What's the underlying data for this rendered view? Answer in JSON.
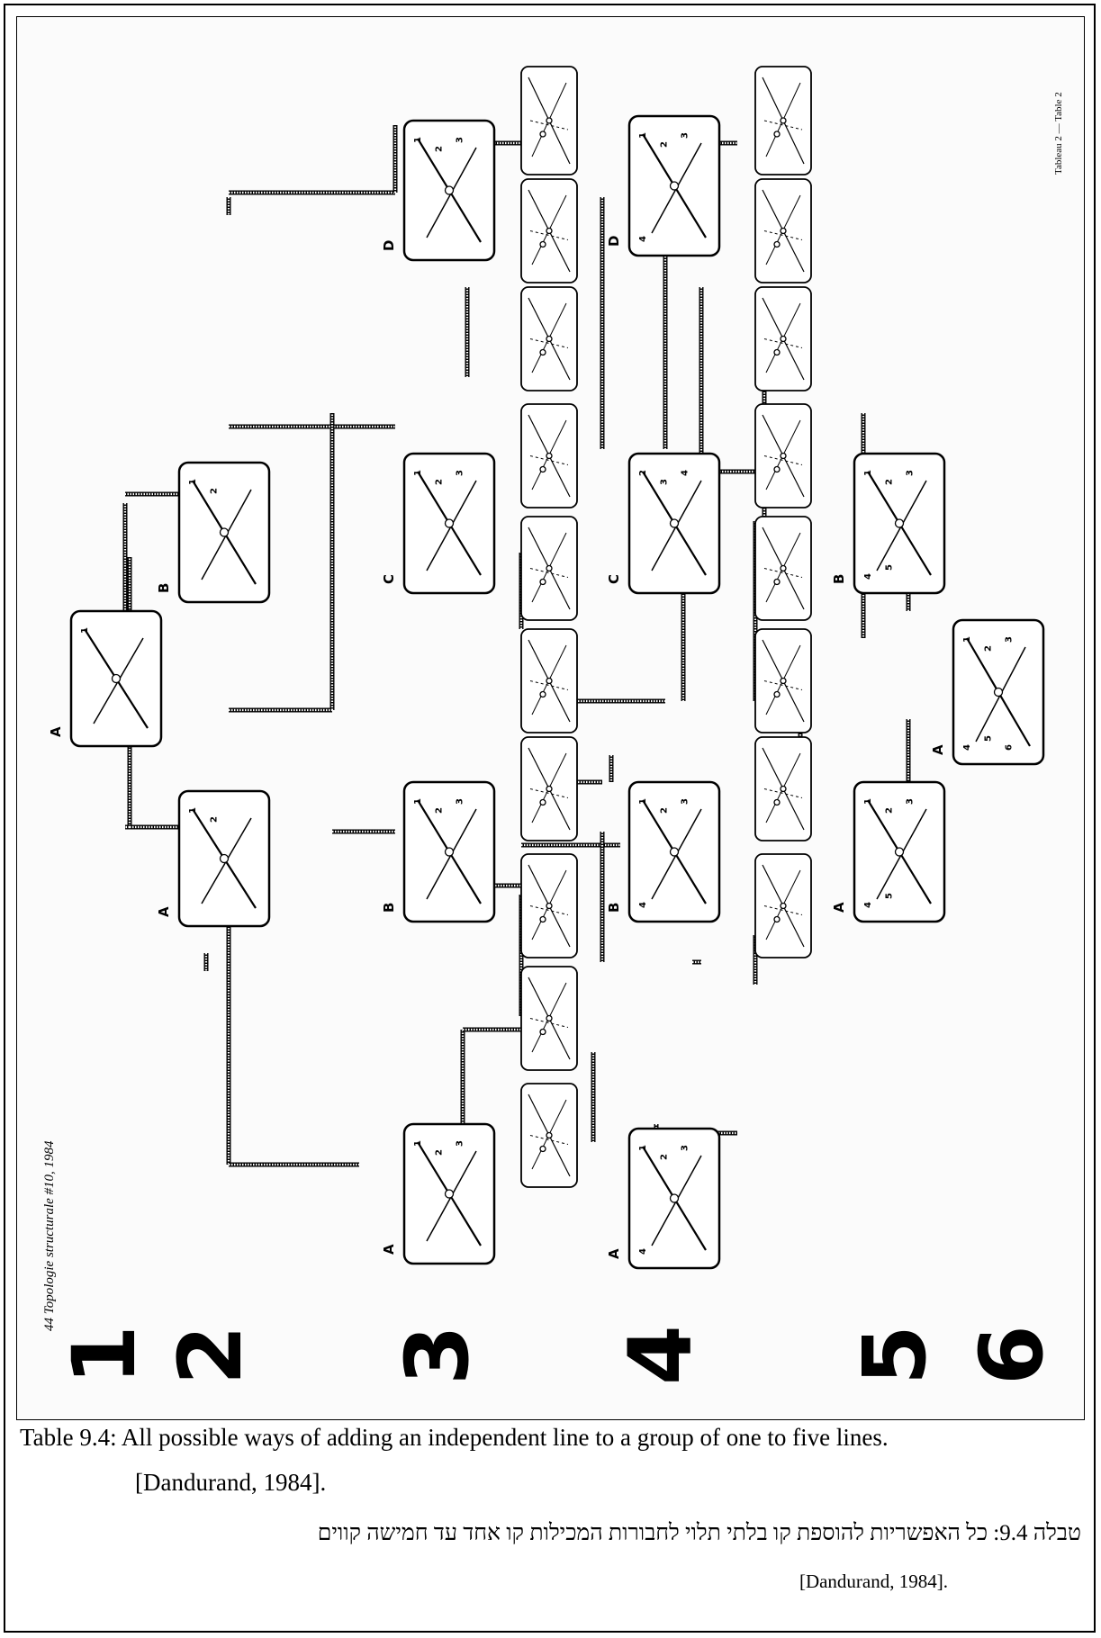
{
  "page_header": {
    "running_head": "44  Topologie structurale #10, 1984",
    "side_note": "Tableau 2 — Table 2"
  },
  "row_numerals": [
    "1",
    "2",
    "3",
    "4",
    "5",
    "6"
  ],
  "boxes": {
    "r1_A": {
      "letter": "A",
      "labels": [
        "1"
      ]
    },
    "r2_A": {
      "letter": "A",
      "labels": [
        "1",
        "2"
      ]
    },
    "r2_B": {
      "letter": "B",
      "labels": [
        "1",
        "2"
      ]
    },
    "r3_A": {
      "letter": "A",
      "labels": [
        "1",
        "2",
        "3"
      ]
    },
    "r3_B": {
      "letter": "B",
      "labels": [
        "1",
        "2",
        "3"
      ]
    },
    "r3_C": {
      "letter": "C",
      "labels": [
        "1",
        "2",
        "3"
      ]
    },
    "r3_D": {
      "letter": "D",
      "labels": [
        "1",
        "2",
        "3"
      ]
    },
    "r4_A": {
      "letter": "A",
      "labels": [
        "1",
        "2",
        "3",
        "4"
      ]
    },
    "r4_B": {
      "letter": "B",
      "labels": [
        "1",
        "2",
        "3",
        "4"
      ]
    },
    "r4_C": {
      "letter": "C",
      "labels": [
        "2",
        "3",
        "4"
      ]
    },
    "r4_D": {
      "letter": "D",
      "labels": [
        "1",
        "2",
        "3",
        "4"
      ]
    },
    "r5_A": {
      "letter": "A",
      "labels": [
        "1",
        "2",
        "3",
        "4",
        "5"
      ]
    },
    "r5_B": {
      "letter": "B",
      "labels": [
        "1",
        "2",
        "3",
        "4",
        "5"
      ]
    },
    "r6_A": {
      "letter": "A",
      "labels": [
        "1",
        "2",
        "3",
        "4",
        "5",
        "6"
      ]
    }
  },
  "caption": {
    "english_line1": "Table 9.4: All possible ways of adding an independent line to a group of one to five lines.",
    "english_line2": "[Dandurand, 1984].",
    "hebrew_line1": "טבלה 9.4: כל האפשריות להוספת קו בלתי תלוי לחבורות המכילות קו אחד עד חמישה קווים",
    "hebrew_line2": ".[Dandurand, 1984]"
  }
}
